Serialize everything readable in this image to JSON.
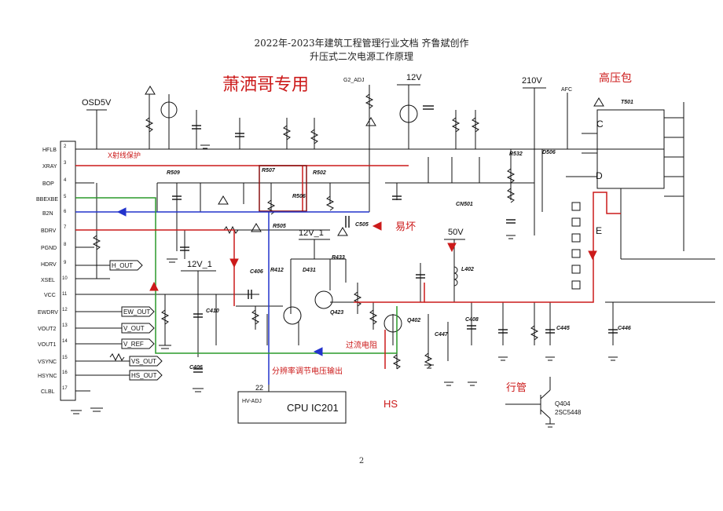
{
  "header": {
    "line1": "2022年-2023年建筑工程管理行业文档 齐鲁斌创作",
    "line2": "升压式二次电源工作原理"
  },
  "page_number": "2",
  "annotations": {
    "title_red": "萧洒哥专用",
    "hv_pack": "高压包",
    "xray_protect": "X射线保护",
    "fragile": "易坏",
    "overcurrent_resistor": "过流电阻",
    "resolution_adjust": "分辨率调节电压输出",
    "line_tube": "行管",
    "hs": "HS",
    "E": "E",
    "C": "C",
    "D": "D"
  },
  "rails": {
    "osd5v": "OSD5V",
    "g2_adj": "G2_ADJ",
    "v12": "12V",
    "v210": "210V",
    "afc": "AFC",
    "v12_1a": "12V_1",
    "v12_1b": "12V_1",
    "v50": "50V",
    "t501": "T501"
  },
  "connector_pins": [
    {
      "label": "HFLB",
      "num": "2"
    },
    {
      "label": "XRAY",
      "num": "3"
    },
    {
      "label": "BOP",
      "num": "4"
    },
    {
      "label": "BBEXBE",
      "num": "5"
    },
    {
      "label": "B2N",
      "num": "6"
    },
    {
      "label": "BDRV",
      "num": "7"
    },
    {
      "label": "PGND",
      "num": "8"
    },
    {
      "label": "HDRV",
      "num": "9"
    },
    {
      "label": "XSEL",
      "num": "10"
    },
    {
      "label": "VCC",
      "num": "11"
    },
    {
      "label": "EWDRV",
      "num": "12"
    },
    {
      "label": "VOUT2",
      "num": "13"
    },
    {
      "label": "VOUT1",
      "num": "14"
    },
    {
      "label": "VSYNC",
      "num": "15"
    },
    {
      "label": "HSYNC",
      "num": "16"
    },
    {
      "label": "CLBL",
      "num": "17"
    }
  ],
  "signals": {
    "h_out": "H_OUT",
    "ew_out": "EW_OUT",
    "v_out": "V_OUT",
    "v_ref": "V_REF",
    "vs_out": "VS_OUT",
    "hs_out": "HS_OUT"
  },
  "cpu": {
    "pin": "22",
    "pin_label": "HV-ADJ",
    "name": "CPU IC201"
  },
  "q404": {
    "ref": "Q404",
    "part": "2SC5448"
  },
  "parts": {
    "r509": "R509",
    "r507": "R507",
    "r506": "R506",
    "c505": "C505",
    "r505": "R505",
    "r502": "R502",
    "r412": "R412",
    "d431": "D431",
    "r433": "R433",
    "q423": "Q423",
    "q402": "Q402",
    "l402": "L402",
    "c408": "C408",
    "c447": "C447",
    "c445": "C445",
    "c446": "C446",
    "c410": "C410",
    "c406": "C406",
    "cn501": "CN501",
    "r532": "R532",
    "d506": "D506",
    "c406b": "C406"
  }
}
